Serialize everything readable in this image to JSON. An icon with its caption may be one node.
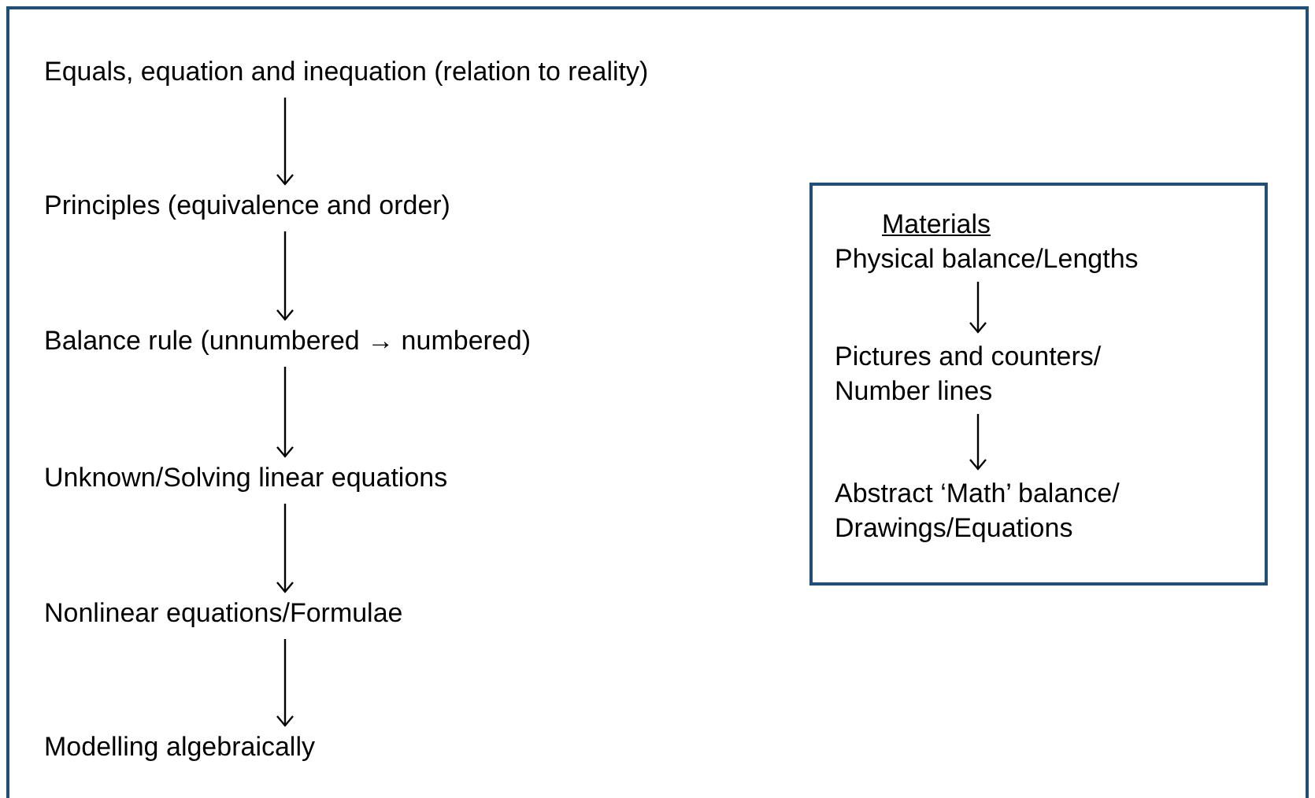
{
  "diagram": {
    "nodes": [
      {
        "text": [
          "Equals, equation and inequation (relation to reality)"
        ]
      },
      {
        "text": [
          "Principles (equivalence and order)"
        ]
      },
      {
        "text": [
          "Balance rule (unnumbered → numbered)"
        ]
      },
      {
        "text": [
          "Unknown/Solving linear equations"
        ]
      },
      {
        "text": [
          "Nonlinear equations/Formulae"
        ]
      },
      {
        "text": [
          "Modelling algebraically"
        ]
      },
      {
        "text": [
          "Materials"
        ]
      },
      {
        "text": [
          "Physical balance/Lengths"
        ],
        "in": 6
      },
      {
        "text": [
          "Pictures and counters/ Number lines"
        ],
        "in": 6
      },
      {
        "text": [
          "Abstract ‘Math’ balance/ Drawings/Equations"
        ],
        "in": 6
      }
    ],
    "edges": [
      {
        "from": 0,
        "to": 1,
        "arrow": "to"
      },
      {
        "from": 1,
        "to": 2,
        "arrow": "to"
      },
      {
        "from": 2,
        "to": 3,
        "arrow": "to"
      },
      {
        "from": 3,
        "to": 4,
        "arrow": "to"
      },
      {
        "from": 4,
        "to": 5,
        "arrow": "to"
      },
      {
        "from": 7,
        "to": 8,
        "arrow": "to"
      },
      {
        "from": 8,
        "to": 9,
        "arrow": "to"
      }
    ]
  }
}
